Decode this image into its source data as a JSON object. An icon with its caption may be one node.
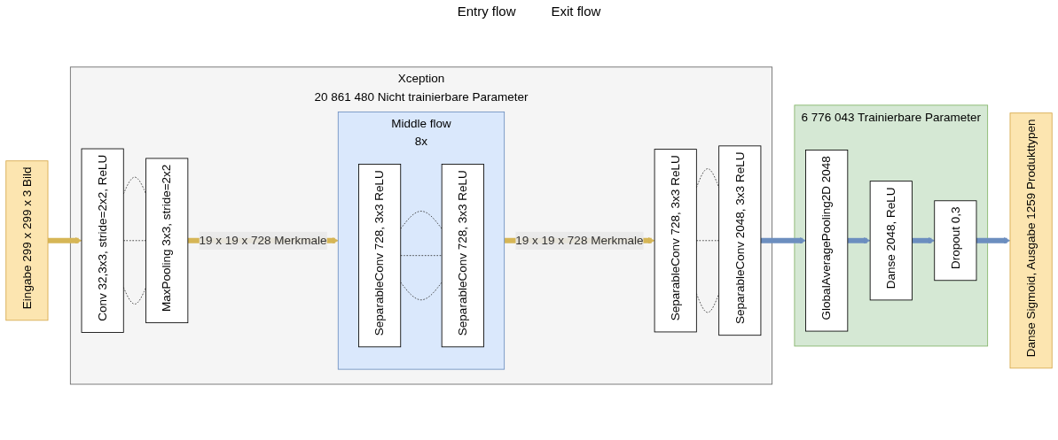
{
  "diagram": {
    "nodes": [
      {
        "text": [
          "Xception",
          "20 861 480 Nicht trainierbare Parameter"
        ]
      },
      {
        "text": [
          "Eingabe 299 x 299 x 3 Bild"
        ]
      },
      {
        "text": [
          "Conv 32,3x3, stride=2x2, ReLU"
        ],
        "in": 0
      },
      {
        "text": [
          "MaxPooling 3x3, stride=2x2"
        ],
        "in": 0
      },
      {
        "text": [
          "Middle flow",
          "8x"
        ],
        "in": 0
      },
      {
        "text": [
          "SeparableConv 728, 3x3 ReLU"
        ],
        "in": 4
      },
      {
        "text": [
          "SeparableConv 728, 3x3 ReLU"
        ],
        "in": 4
      },
      {
        "text": [
          "SeparableConv 728, 3x3 ReLU"
        ],
        "in": 0
      },
      {
        "text": [
          "SeparableConv 2048, 3x3 ReLU"
        ],
        "in": 0
      },
      {
        "text": [
          "6 776 043 Trainierbare Parameter"
        ]
      },
      {
        "text": [
          "GlobalAveragePooling2D 2048"
        ],
        "in": 9
      },
      {
        "text": [
          "Danse 2048, ReLU"
        ],
        "in": 9
      },
      {
        "text": [
          "Dropout 0,3"
        ],
        "in": 9
      },
      {
        "text": [
          "Danse Sigmoid, Ausgabe 1259 Produkttypen"
        ]
      }
    ],
    "edges": [
      {
        "from": 1,
        "to": 2,
        "arrow": "to",
        "style": "thick",
        "color": "#d6b656"
      },
      {
        "from": 2,
        "to": 3,
        "arrow": "none",
        "style": "dashed"
      },
      {
        "from": 2,
        "to": 3,
        "arrow": "none",
        "style": "dashed"
      },
      {
        "from": 2,
        "to": 3,
        "arrow": "none",
        "style": "dashed"
      },
      {
        "from": 3,
        "to": 4,
        "arrow": "to",
        "label": "19 x 19 x 728 Merkmale",
        "style": "thick",
        "color": "#d6b656"
      },
      {
        "from": 5,
        "to": 6,
        "arrow": "none",
        "style": "dashed"
      },
      {
        "from": 5,
        "to": 6,
        "arrow": "none",
        "style": "dashed"
      },
      {
        "from": 5,
        "to": 6,
        "arrow": "none",
        "style": "dashed"
      },
      {
        "from": 4,
        "to": 7,
        "arrow": "to",
        "label": "19 x 19 x 728 Merkmale",
        "style": "thick",
        "color": "#d6b656"
      },
      {
        "from": 7,
        "to": 8,
        "arrow": "none",
        "style": "dashed"
      },
      {
        "from": 7,
        "to": 8,
        "arrow": "none",
        "style": "dashed"
      },
      {
        "from": 7,
        "to": 8,
        "arrow": "none",
        "style": "dashed"
      },
      {
        "from": 8,
        "to": 10,
        "arrow": "to",
        "style": "thick",
        "color": "#6c8ebf"
      },
      {
        "from": 10,
        "to": 11,
        "arrow": "to",
        "style": "thick",
        "color": "#6c8ebf"
      },
      {
        "from": 11,
        "to": 12,
        "arrow": "to",
        "style": "thick",
        "color": "#6c8ebf"
      },
      {
        "from": 12,
        "to": 13,
        "arrow": "to",
        "style": "thick",
        "color": "#6c8ebf"
      }
    ],
    "labels": [
      "Entry flow",
      "Exit flow"
    ]
  }
}
